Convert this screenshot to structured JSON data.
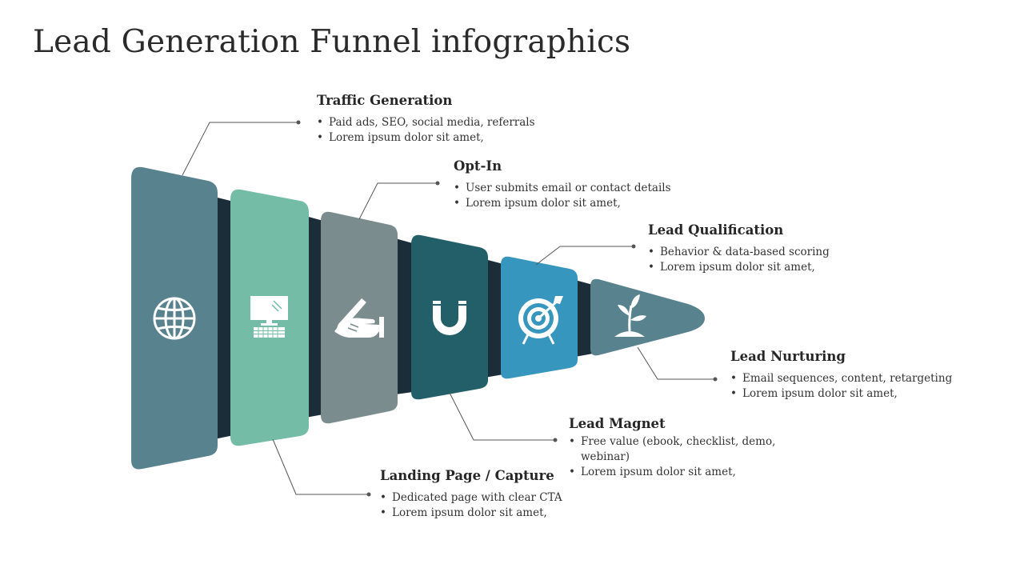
{
  "title": "Lead Generation Funnel infographics",
  "colors": {
    "traffic": "#58838E",
    "optin": "#74BCA6",
    "landing": "#7A8C8D",
    "qualification": "#235F69",
    "magnet": "#3796BE",
    "nurturing": "#58838E",
    "connector": "#1C2D3A",
    "leader": "#555555",
    "icon": "#FFFFFF"
  },
  "stages": [
    {
      "id": "traffic",
      "title": "Traffic Generation",
      "icon": "globe-icon",
      "bullets": [
        "Paid ads, SEO, social media, referrals",
        "Lorem ipsum dolor sit amet,"
      ]
    },
    {
      "id": "landing",
      "title": "Landing Page / Capture",
      "icon": "computer-icon",
      "bullets": [
        "Dedicated page with clear CTA",
        "Lorem ipsum dolor sit amet,"
      ]
    },
    {
      "id": "optin",
      "title": "Opt-In",
      "icon": "hand-pen-icon",
      "bullets": [
        "User submits email or contact details",
        "Lorem ipsum dolor sit amet,"
      ]
    },
    {
      "id": "magnet",
      "title": "Lead Magnet",
      "icon": "magnet-icon",
      "bullets": [
        "Free value (ebook, checklist, demo, webinar)",
        "Lorem ipsum dolor sit amet,"
      ]
    },
    {
      "id": "qualification",
      "title": "Lead Qualification",
      "icon": "target-icon",
      "bullets": [
        "Behavior & data-based scoring",
        "Lorem ipsum dolor sit amet,"
      ]
    },
    {
      "id": "nurturing",
      "title": "Lead Nurturing",
      "icon": "sprout-icon",
      "bullets": [
        "Email sequences, content, retargeting",
        "Lorem ipsum dolor sit amet,"
      ]
    }
  ]
}
